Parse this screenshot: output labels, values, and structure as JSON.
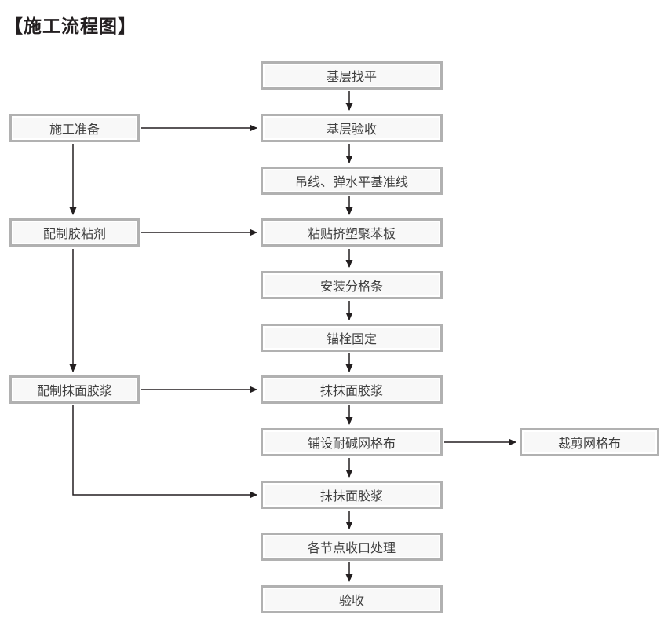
{
  "title": "【施工流程图】",
  "colors": {
    "box_border": "#b1b1b1",
    "box_fill": "#f8f8f8",
    "box_inner_edge": "#ffffff",
    "text": "#404040",
    "title_text": "#231f20",
    "arrow": "#231f20",
    "background": "#ffffff"
  },
  "flow": {
    "main_steps": [
      "基层找平",
      "基层验收",
      "吊线、弹水平基准线",
      "粘贴挤塑聚苯板",
      "安装分格条",
      "锚栓固定",
      "抹抹面胶浆",
      "铺设耐碱网格布",
      "抹抹面胶浆",
      "各节点收口处理",
      "验收"
    ],
    "left_steps": [
      "施工准备",
      "配制胶粘剂",
      "配制抹面胶浆"
    ],
    "right_steps": [
      "裁剪网格布"
    ],
    "edges": [
      "基层找平 → 基层验收",
      "施工准备 → 基层验收",
      "施工准备 → 配制胶粘剂",
      "基层验收 → 吊线、弹水平基准线",
      "吊线、弹水平基准线 → 粘贴挤塑聚苯板",
      "配制胶粘剂 → 粘贴挤塑聚苯板",
      "配制胶粘剂 → 配制抹面胶浆",
      "粘贴挤塑聚苯板 → 安装分格条",
      "安装分格条 → 锚栓固定",
      "锚栓固定 → 抹抹面胶浆(第一次)",
      "配制抹面胶浆 → 抹抹面胶浆(第一次)",
      "抹抹面胶浆(第一次) → 铺设耐碱网格布",
      "铺设耐碱网格布 → 裁剪网格布",
      "铺设耐碱网格布 → 抹抹面胶浆(第二次)",
      "配制抹面胶浆 → 抹抹面胶浆(第二次)",
      "抹抹面胶浆(第二次) → 各节点收口处理",
      "各节点收口处理 → 验收"
    ]
  }
}
